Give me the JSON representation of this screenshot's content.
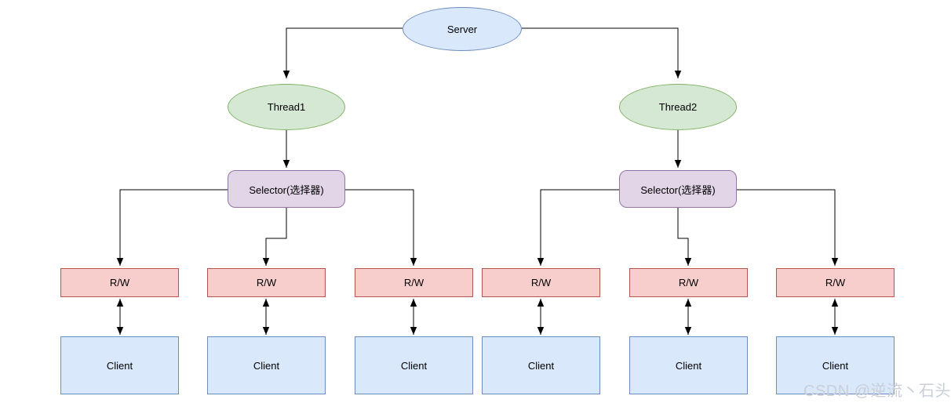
{
  "diagram": {
    "server": {
      "label": "Server",
      "shape": "ellipse"
    },
    "threads": [
      {
        "label": "Thread1",
        "shape": "ellipse"
      },
      {
        "label": "Thread2",
        "shape": "ellipse"
      }
    ],
    "selectors": [
      {
        "label": "Selector(选择器)",
        "shape": "rounded-rect"
      },
      {
        "label": "Selector(选择器)",
        "shape": "rounded-rect"
      }
    ],
    "rw_boxes": [
      {
        "label": "R/W"
      },
      {
        "label": "R/W"
      },
      {
        "label": "R/W"
      },
      {
        "label": "R/W"
      },
      {
        "label": "R/W"
      },
      {
        "label": "R/W"
      }
    ],
    "clients": [
      {
        "label": "Client"
      },
      {
        "label": "Client"
      },
      {
        "label": "Client"
      },
      {
        "label": "Client"
      },
      {
        "label": "Client"
      },
      {
        "label": "Client"
      }
    ]
  },
  "colors": {
    "canvas_background": "#ffffff",
    "server_fill": "#dae8fc",
    "server_stroke": "#6c8ebf",
    "thread_fill": "#d5e8d4",
    "thread_stroke": "#82b366",
    "selector_fill": "#e1d5e7",
    "selector_stroke": "#9673a6",
    "rw_fill": "#f8cecc",
    "rw_stroke": "#b85450",
    "client_fill": "#dae8fc",
    "client_stroke": "#6c8ebf",
    "connector": "#000000",
    "label_text": "#000000",
    "watermark_text": "#c9ced9"
  },
  "watermark": {
    "text": "CSDN @逆流丶石头"
  }
}
